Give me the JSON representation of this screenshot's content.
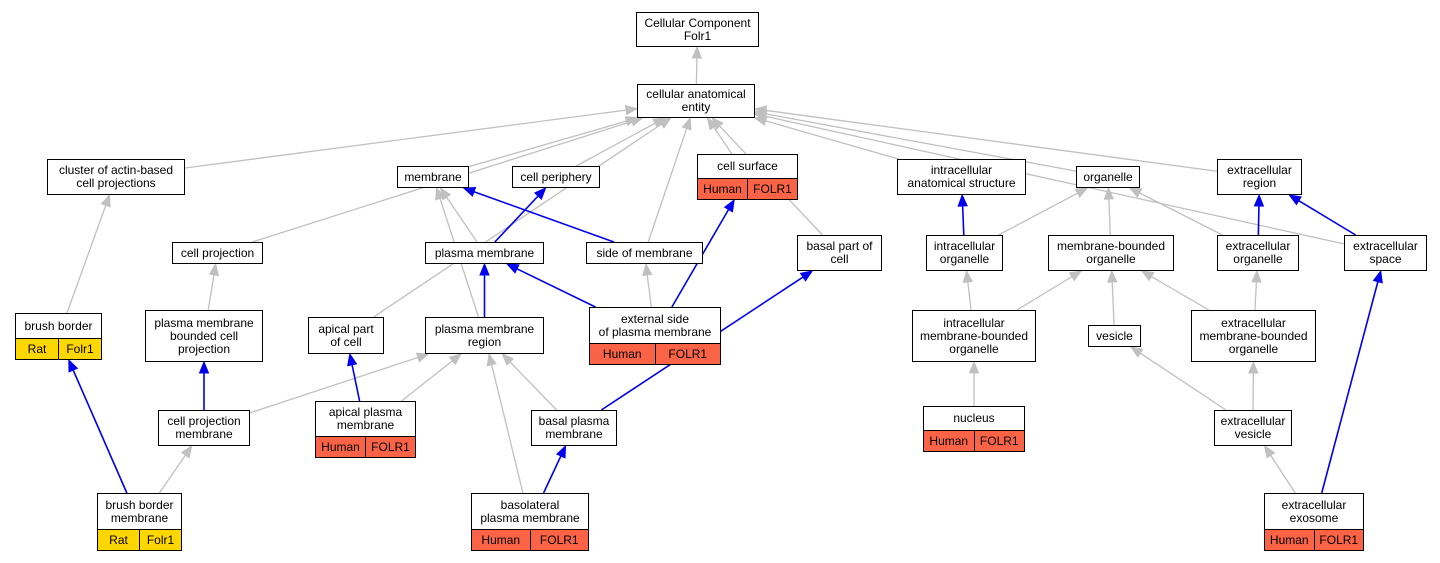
{
  "colors": {
    "is_a_edge": "#c0c0c0",
    "part_of_edge": "#0000ee",
    "rat_annotation": "#ffd700",
    "human_annotation": "#fa6346"
  },
  "nodes": [
    {
      "id": "root",
      "label": "Cellular Component\nFolr1",
      "tags": []
    },
    {
      "id": "cae",
      "label": "cellular anatomical\nentity",
      "tags": []
    },
    {
      "id": "cluster",
      "label": "cluster of actin-based\ncell projections",
      "tags": []
    },
    {
      "id": "membrane",
      "label": "membrane",
      "tags": []
    },
    {
      "id": "periphery",
      "label": "cell periphery",
      "tags": []
    },
    {
      "id": "surface",
      "label": "cell surface",
      "tags": [
        {
          "text": "Human",
          "species": "human"
        },
        {
          "text": "FOLR1",
          "species": "human"
        }
      ]
    },
    {
      "id": "intra_struct",
      "label": "intracellular\nanatomical structure",
      "tags": []
    },
    {
      "id": "organelle",
      "label": "organelle",
      "tags": []
    },
    {
      "id": "extra_region",
      "label": "extracellular\nregion",
      "tags": []
    },
    {
      "id": "cell_proj",
      "label": "cell projection",
      "tags": []
    },
    {
      "id": "pm",
      "label": "plasma membrane",
      "tags": []
    },
    {
      "id": "side_mem",
      "label": "side of membrane",
      "tags": []
    },
    {
      "id": "basal_part",
      "label": "basal part of\ncell",
      "tags": []
    },
    {
      "id": "intra_org",
      "label": "intracellular\norganelle",
      "tags": []
    },
    {
      "id": "mb_org",
      "label": "membrane-bounded\norganelle",
      "tags": []
    },
    {
      "id": "extra_org",
      "label": "extracellular\norganelle",
      "tags": []
    },
    {
      "id": "extra_space",
      "label": "extracellular\nspace",
      "tags": []
    },
    {
      "id": "brush",
      "label": "brush border",
      "tags": [
        {
          "text": "Rat",
          "species": "rat"
        },
        {
          "text": "Folr1",
          "species": "rat"
        }
      ]
    },
    {
      "id": "pm_bounded",
      "label": "plasma membrane\nbounded cell\nprojection",
      "tags": []
    },
    {
      "id": "apical_part",
      "label": "apical part\nof cell",
      "tags": []
    },
    {
      "id": "pm_region",
      "label": "plasma membrane\nregion",
      "tags": []
    },
    {
      "id": "ext_side",
      "label": "external side\nof plasma membrane",
      "tags": [
        {
          "text": "Human",
          "species": "human"
        },
        {
          "text": "FOLR1",
          "species": "human"
        }
      ]
    },
    {
      "id": "intra_mb_org",
      "label": "intracellular\nmembrane-bounded\norganelle",
      "tags": []
    },
    {
      "id": "vesicle",
      "label": "vesicle",
      "tags": []
    },
    {
      "id": "extra_mb_org",
      "label": "extracellular\nmembrane-bounded\norganelle",
      "tags": []
    },
    {
      "id": "cp_mem",
      "label": "cell projection\nmembrane",
      "tags": []
    },
    {
      "id": "apical_pm",
      "label": "apical plasma\nmembrane",
      "tags": [
        {
          "text": "Human",
          "species": "human"
        },
        {
          "text": "FOLR1",
          "species": "human"
        }
      ]
    },
    {
      "id": "basal_pm",
      "label": "basal plasma\nmembrane",
      "tags": []
    },
    {
      "id": "nucleus",
      "label": "nucleus",
      "tags": [
        {
          "text": "Human",
          "species": "human"
        },
        {
          "text": "FOLR1",
          "species": "human"
        }
      ]
    },
    {
      "id": "extra_vesicle",
      "label": "extracellular\nvesicle",
      "tags": []
    },
    {
      "id": "brush_mem",
      "label": "brush border\nmembrane",
      "tags": [
        {
          "text": "Rat",
          "species": "rat"
        },
        {
          "text": "Folr1",
          "species": "rat"
        }
      ]
    },
    {
      "id": "basolat_pm",
      "label": "basolateral\nplasma membrane",
      "tags": [
        {
          "text": "Human",
          "species": "human"
        },
        {
          "text": "FOLR1",
          "species": "human"
        }
      ]
    },
    {
      "id": "exosome",
      "label": "extracellular\nexosome",
      "tags": [
        {
          "text": "Human",
          "species": "human"
        },
        {
          "text": "FOLR1",
          "species": "human"
        }
      ]
    }
  ],
  "edges": [
    {
      "from": "cae",
      "to": "root",
      "type": "is_a"
    },
    {
      "from": "cluster",
      "to": "cae",
      "type": "is_a"
    },
    {
      "from": "membrane",
      "to": "cae",
      "type": "is_a"
    },
    {
      "from": "periphery",
      "to": "cae",
      "type": "is_a"
    },
    {
      "from": "surface",
      "to": "cae",
      "type": "is_a"
    },
    {
      "from": "intra_struct",
      "to": "cae",
      "type": "is_a"
    },
    {
      "from": "organelle",
      "to": "cae",
      "type": "is_a"
    },
    {
      "from": "extra_region",
      "to": "cae",
      "type": "is_a"
    },
    {
      "from": "cell_proj",
      "to": "cae",
      "type": "is_a"
    },
    {
      "from": "side_mem",
      "to": "cae",
      "type": "is_a"
    },
    {
      "from": "basal_part",
      "to": "cae",
      "type": "is_a"
    },
    {
      "from": "extra_space",
      "to": "cae",
      "type": "is_a"
    },
    {
      "from": "apical_part",
      "to": "cae",
      "type": "is_a"
    },
    {
      "from": "brush",
      "to": "cluster",
      "type": "is_a"
    },
    {
      "from": "pm",
      "to": "membrane",
      "type": "is_a"
    },
    {
      "from": "side_mem",
      "to": "membrane",
      "type": "part_of"
    },
    {
      "from": "pm",
      "to": "periphery",
      "type": "part_of"
    },
    {
      "from": "pm_region",
      "to": "membrane",
      "type": "is_a"
    },
    {
      "from": "pm_region",
      "to": "pm",
      "type": "part_of"
    },
    {
      "from": "ext_side",
      "to": "side_mem",
      "type": "is_a"
    },
    {
      "from": "ext_side",
      "to": "pm",
      "type": "part_of"
    },
    {
      "from": "ext_side",
      "to": "surface",
      "type": "part_of"
    },
    {
      "from": "intra_org",
      "to": "intra_struct",
      "type": "part_of"
    },
    {
      "from": "intra_org",
      "to": "organelle",
      "type": "is_a"
    },
    {
      "from": "mb_org",
      "to": "organelle",
      "type": "is_a"
    },
    {
      "from": "extra_org",
      "to": "organelle",
      "type": "is_a"
    },
    {
      "from": "extra_org",
      "to": "extra_region",
      "type": "part_of"
    },
    {
      "from": "extra_space",
      "to": "extra_region",
      "type": "part_of"
    },
    {
      "from": "pm_bounded",
      "to": "cell_proj",
      "type": "is_a"
    },
    {
      "from": "intra_mb_org",
      "to": "intra_org",
      "type": "is_a"
    },
    {
      "from": "intra_mb_org",
      "to": "mb_org",
      "type": "is_a"
    },
    {
      "from": "vesicle",
      "to": "mb_org",
      "type": "is_a"
    },
    {
      "from": "extra_mb_org",
      "to": "mb_org",
      "type": "is_a"
    },
    {
      "from": "extra_mb_org",
      "to": "extra_org",
      "type": "is_a"
    },
    {
      "from": "cp_mem",
      "to": "pm_bounded",
      "type": "part_of"
    },
    {
      "from": "cp_mem",
      "to": "pm_region",
      "type": "is_a"
    },
    {
      "from": "apical_pm",
      "to": "apical_part",
      "type": "part_of"
    },
    {
      "from": "apical_pm",
      "to": "pm_region",
      "type": "is_a"
    },
    {
      "from": "basal_pm",
      "to": "pm_region",
      "type": "is_a"
    },
    {
      "from": "basal_pm",
      "to": "basal_part",
      "type": "part_of"
    },
    {
      "from": "nucleus",
      "to": "intra_mb_org",
      "type": "is_a"
    },
    {
      "from": "extra_vesicle",
      "to": "vesicle",
      "type": "is_a"
    },
    {
      "from": "extra_vesicle",
      "to": "extra_mb_org",
      "type": "is_a"
    },
    {
      "from": "brush_mem",
      "to": "brush",
      "type": "part_of"
    },
    {
      "from": "brush_mem",
      "to": "cp_mem",
      "type": "is_a"
    },
    {
      "from": "basolat_pm",
      "to": "pm_region",
      "type": "is_a"
    },
    {
      "from": "basolat_pm",
      "to": "basal_pm",
      "type": "part_of"
    },
    {
      "from": "exosome",
      "to": "extra_vesicle",
      "type": "is_a"
    },
    {
      "from": "exosome",
      "to": "extra_space",
      "type": "part_of"
    }
  ]
}
